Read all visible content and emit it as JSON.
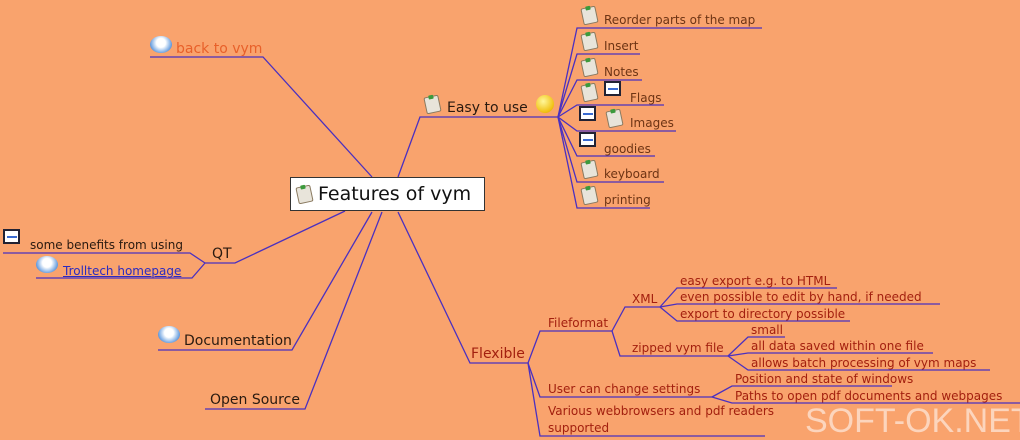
{
  "center": {
    "label": "Features of vym"
  },
  "back": {
    "label": "back to vym"
  },
  "easy": {
    "label": "Easy to use",
    "children": [
      "Reorder parts of the map",
      "Insert",
      "Notes",
      "Flags",
      "Images",
      "goodies",
      "keyboard",
      "printing"
    ]
  },
  "qt": {
    "label": "QT",
    "children": [
      "some benefits from using",
      "Trolltech homepage"
    ]
  },
  "documentation": {
    "label": "Documentation"
  },
  "opensource": {
    "label": "Open Source"
  },
  "flexible": {
    "label": "Flexible",
    "fileformat": {
      "label": "Fileformat",
      "xml": {
        "label": "XML",
        "children": [
          "easy export e.g. to HTML",
          "even possible to edit by hand, if needed",
          "export to directory possible"
        ]
      },
      "zipped": {
        "label": "zipped  vym file",
        "children": [
          "small",
          "all data saved within one file",
          "allows batch processing of vym maps"
        ]
      }
    },
    "settings": {
      "label": "User can change settings",
      "children": [
        "Position and state of windows",
        "Paths to open pdf documents and webpages"
      ]
    },
    "browsers": {
      "line1": "Various webbrowsers and pdf readers",
      "line2": "supported"
    }
  },
  "watermark": "SOFT-OK.NET",
  "colors": {
    "background": "#f9a36d",
    "edge": "#4a30c0",
    "easy_text": "#6e3414",
    "flexible_text": "#a3200f"
  }
}
